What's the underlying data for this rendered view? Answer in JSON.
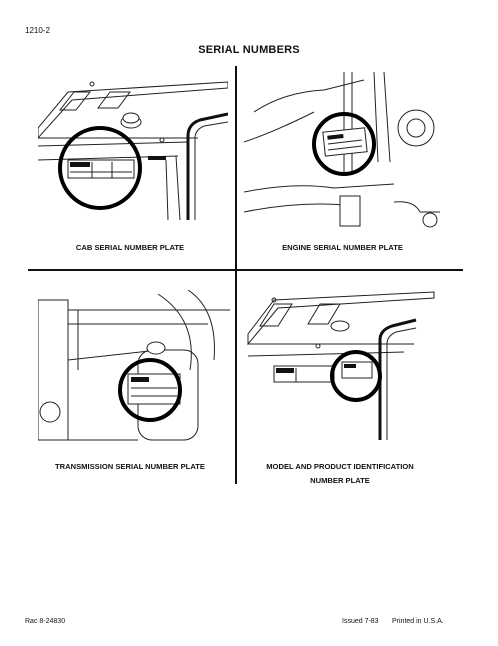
{
  "page": {
    "number": "1210-2",
    "title": "SERIAL NUMBERS"
  },
  "captions": {
    "cab": "CAB SERIAL NUMBER PLATE",
    "engine": "ENGINE SERIAL NUMBER PLATE",
    "transmission": "TRANSMISSION SERIAL NUMBER PLATE",
    "model_line1": "MODEL AND PRODUCT IDENTIFICATION",
    "model_line2": "NUMBER PLATE"
  },
  "footer": {
    "ref": "Rac 8-24830",
    "issued": "Issued 7-83",
    "printed": "Printed in U.S.A."
  }
}
